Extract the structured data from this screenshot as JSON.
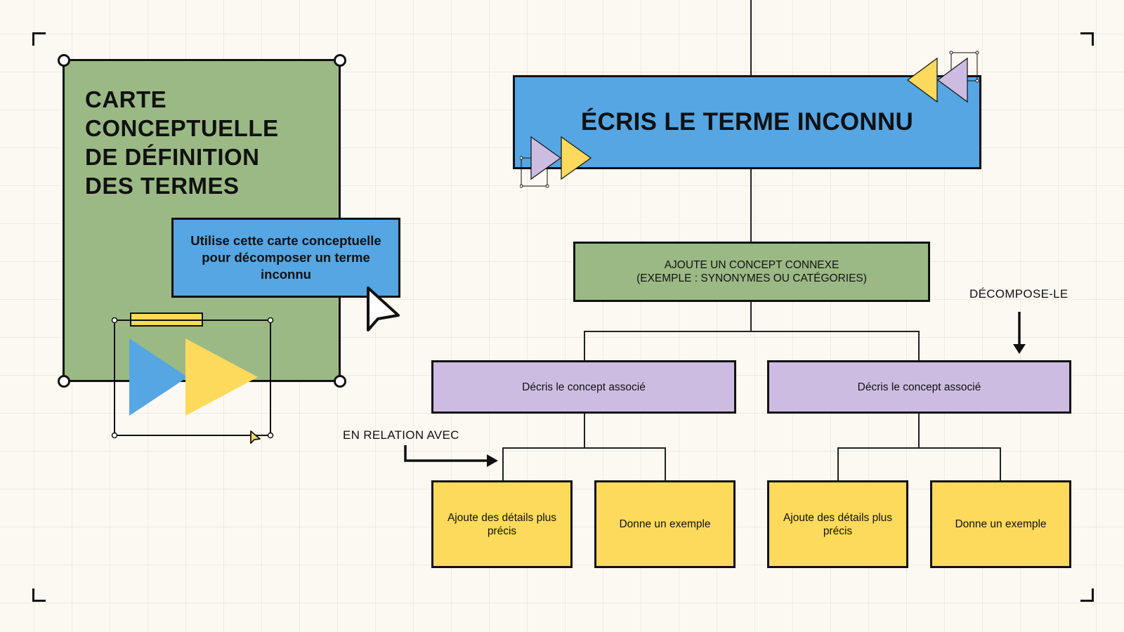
{
  "title_card": {
    "title_lines": [
      "CARTE",
      "CONCEPTUELLE",
      "DE DÉFINITION",
      "DES TERMES"
    ]
  },
  "instruction_card": {
    "text": "Utilise cette carte conceptuelle pour décomposer un terme inconnu"
  },
  "map": {
    "main_term": "ÉCRIS LE TERME INCONNU",
    "related_concept_line1": "AJOUTE UN CONCEPT CONNEXE",
    "related_concept_line2": "(EXEMPLE : SYNONYMES OU CATÉGORIES)",
    "left_concept": "Décris le concept associé",
    "right_concept": "Décris le concept associé",
    "leaf_1": "Ajoute des détails plus précis",
    "leaf_2": "Donne un exemple",
    "leaf_3": "Ajoute des détails plus précis",
    "leaf_4": "Donne un exemple"
  },
  "annotations": {
    "breakdown": "DÉCOMPOSE-LE",
    "related_to": "EN RELATION AVEC"
  },
  "colors": {
    "background": "#fcf8f2",
    "green": "#9bb985",
    "blue": "#55a6e3",
    "purple": "#cdbce2",
    "yellow": "#fdda5b",
    "ink": "#111111"
  },
  "icons": [
    "cursor-arrow-icon",
    "play-triangles-icon",
    "small-cursor-icon",
    "arrow-down-icon",
    "arrow-right-icon"
  ]
}
